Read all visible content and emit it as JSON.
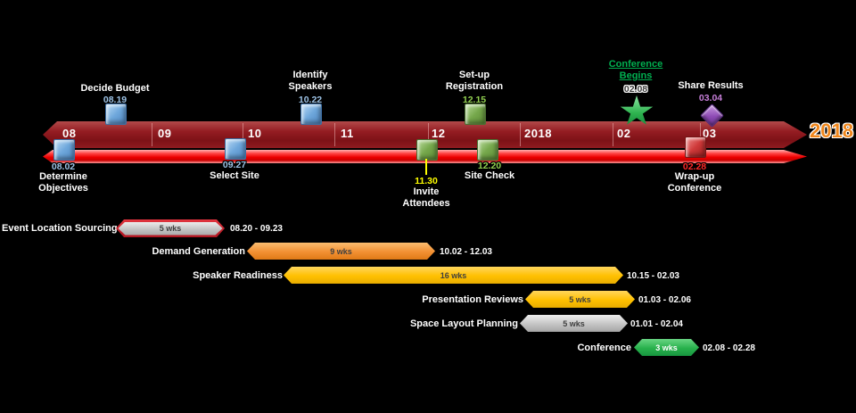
{
  "year_badge": "2018",
  "timeline": {
    "months": [
      "08",
      "09",
      "10",
      "11",
      "12",
      "2018",
      "02",
      "03"
    ]
  },
  "milestones_top": [
    {
      "label": "Decide Budget",
      "date": "08.19",
      "marker": "blue-square"
    },
    {
      "label": "Identify Speakers",
      "date": "10.22",
      "marker": "blue-square"
    },
    {
      "label": "Set-up Registration",
      "date": "12.15",
      "marker": "green-square"
    },
    {
      "label": "Conference Begins",
      "date": "02.08",
      "marker": "green-star"
    },
    {
      "label": "Share Results",
      "date": "03.04",
      "marker": "purple-diamond"
    }
  ],
  "milestones_bottom": [
    {
      "label": "Determine Objectives",
      "date": "08.02",
      "marker": "blue-square"
    },
    {
      "label": "Select Site",
      "date": "09.27",
      "marker": "blue-square"
    },
    {
      "label": "Invite Attendees",
      "date": "11.30",
      "marker": "green-square"
    },
    {
      "label": "Site Check",
      "date": "12.20",
      "marker": "green-square"
    },
    {
      "label": "Wrap-up Conference",
      "date": "02.28",
      "marker": "red-square"
    }
  ],
  "tasks": [
    {
      "label": "Event Location Sourcing",
      "duration": "5 wks",
      "dates": "08.20 - 09.23"
    },
    {
      "label": "Demand Generation",
      "duration": "9 wks",
      "dates": "10.02 - 12.03"
    },
    {
      "label": "Speaker Readiness",
      "duration": "16 wks",
      "dates": "10.15 - 02.03"
    },
    {
      "label": "Presentation Reviews",
      "duration": "5 wks",
      "dates": "01.03 - 02.06"
    },
    {
      "label": "Space Layout Planning",
      "duration": "5 wks",
      "dates": "01.01 - 02.04"
    },
    {
      "label": "Conference",
      "duration": "3 wks",
      "dates": "02.08 - 02.28"
    }
  ],
  "colors": {
    "band_dark_red": "#941c22",
    "band_bright_red": "#ec0000",
    "blue_marker": "#6fa8dc",
    "green_marker": "#76a84c",
    "red_marker": "#cf3a3a",
    "purple_marker": "#8e4bb5",
    "star_green": "#2eb34f",
    "orange_bar": "#f29033",
    "gold_bar": "#ffc000",
    "silver_bar": "#c4c4c4",
    "green_bar": "#28b14c",
    "gray_red_bar_border": "#cf2030",
    "year_orange": "#f0871c",
    "conference_begins_green": "#00b050"
  },
  "chart_data": {
    "type": "gantt",
    "title": "Conference planning timeline",
    "axis": {
      "tick_labels": [
        "08",
        "09",
        "10",
        "11",
        "12",
        "2018",
        "02",
        "03"
      ],
      "start": "2017-08",
      "end": "2018-03",
      "year_label_right": "2018"
    },
    "milestones": [
      {
        "name": "Determine Objectives",
        "date": "08.02",
        "side": "below",
        "marker": "blue-square"
      },
      {
        "name": "Decide Budget",
        "date": "08.19",
        "side": "above",
        "marker": "blue-square"
      },
      {
        "name": "Select Site",
        "date": "09.27",
        "side": "below",
        "marker": "blue-square"
      },
      {
        "name": "Identify Speakers",
        "date": "10.22",
        "side": "above",
        "marker": "blue-square"
      },
      {
        "name": "Invite Attendees",
        "date": "11.30",
        "side": "below",
        "marker": "green-square"
      },
      {
        "name": "Set-up Registration",
        "date": "12.15",
        "side": "above",
        "marker": "green-square"
      },
      {
        "name": "Site Check",
        "date": "12.20",
        "side": "below",
        "marker": "green-square"
      },
      {
        "name": "Conference Begins",
        "date": "02.08",
        "side": "above",
        "marker": "green-star"
      },
      {
        "name": "Wrap-up Conference",
        "date": "02.28",
        "side": "below",
        "marker": "red-square"
      },
      {
        "name": "Share Results",
        "date": "03.04",
        "side": "above",
        "marker": "purple-diamond"
      }
    ],
    "tasks": [
      {
        "name": "Event Location Sourcing",
        "start": "08.20",
        "end": "09.23",
        "duration_weeks": 5,
        "bar_color": "#c4c4c4",
        "border_color": "#cf2030"
      },
      {
        "name": "Demand Generation",
        "start": "10.02",
        "end": "12.03",
        "duration_weeks": 9,
        "bar_color": "#f29033"
      },
      {
        "name": "Speaker Readiness",
        "start": "10.15",
        "end": "02.03",
        "duration_weeks": 16,
        "bar_color": "#ffc000"
      },
      {
        "name": "Presentation Reviews",
        "start": "01.03",
        "end": "02.06",
        "duration_weeks": 5,
        "bar_color": "#ffc000"
      },
      {
        "name": "Space Layout Planning",
        "start": "01.01",
        "end": "02.04",
        "duration_weeks": 5,
        "bar_color": "#c4c4c4"
      },
      {
        "name": "Conference",
        "start": "02.08",
        "end": "02.28",
        "duration_weeks": 3,
        "bar_color": "#28b14c"
      }
    ]
  }
}
